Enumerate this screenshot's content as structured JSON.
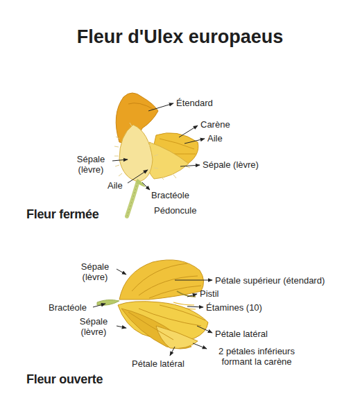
{
  "diagram": {
    "title": "Fleur d'Ulex europaeus",
    "labels": [
      "Étendard",
      "Carène",
      "Aile",
      "Sépale (lèvre)",
      "Aile",
      "Sépale (lèvre)",
      "Bractéole",
      "Pédoncule",
      "Fleur fermée",
      "Sépale (lèvre)",
      "Pétale supérieur (étendard)",
      "Pistil",
      "Bractéole",
      "Étamines (10)",
      "Sépale (lèvre)",
      "Pétale latéral",
      "Pétale latéral",
      "2 pétales inférieurs formant la carène",
      "Fleur ouverte"
    ]
  }
}
